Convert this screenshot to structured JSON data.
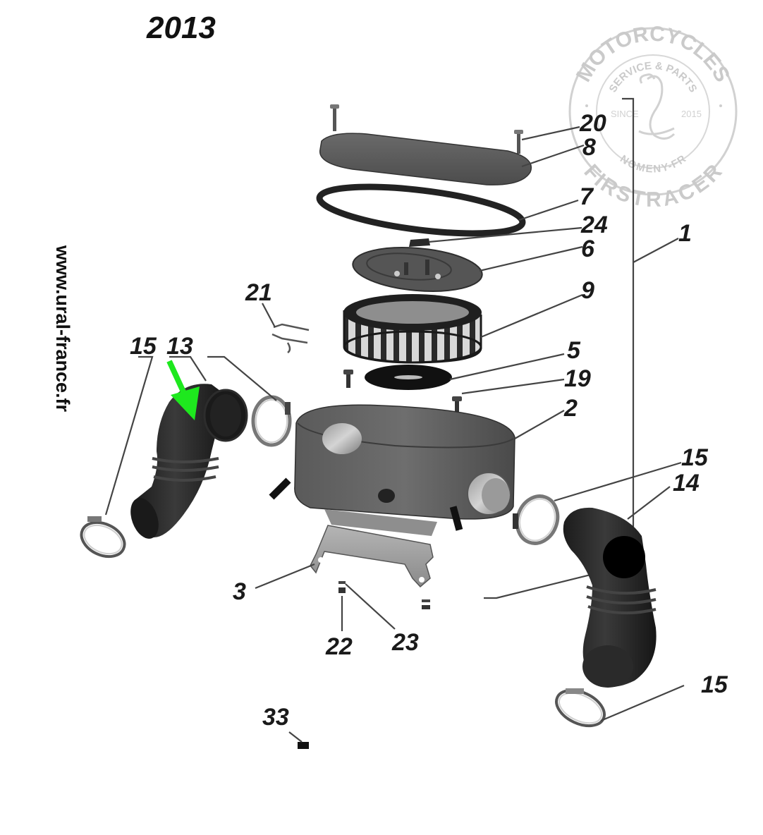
{
  "diagram": {
    "title_year": "2013",
    "website": "www.ural-france.fr",
    "highlight_arrow_color": "#1ee81e",
    "highlight_arrow_target": "13",
    "parts": [
      {
        "num": "1",
        "name": "air-filter-assembly"
      },
      {
        "num": "2",
        "name": "filter-housing"
      },
      {
        "num": "3",
        "name": "mounting-bracket"
      },
      {
        "num": "5",
        "name": "filter-seal-gasket"
      },
      {
        "num": "6",
        "name": "filter-base-plate"
      },
      {
        "num": "7",
        "name": "cover-gasket-ring"
      },
      {
        "num": "8",
        "name": "housing-cover"
      },
      {
        "num": "9",
        "name": "filter-element"
      },
      {
        "num": "13",
        "name": "left-intake-hose"
      },
      {
        "num": "14",
        "name": "right-intake-hose"
      },
      {
        "num": "15",
        "name": "hose-clamp"
      },
      {
        "num": "19",
        "name": "screw"
      },
      {
        "num": "20",
        "name": "cover-screw"
      },
      {
        "num": "21",
        "name": "spring-clip"
      },
      {
        "num": "22",
        "name": "nut"
      },
      {
        "num": "23",
        "name": "washer"
      },
      {
        "num": "24",
        "name": "label-pad"
      },
      {
        "num": "33",
        "name": "plug"
      }
    ],
    "callouts": {
      "c20": "20",
      "c8": "8",
      "c7": "7",
      "c24": "24",
      "c6": "6",
      "c1": "1",
      "c9": "9",
      "c21": "21",
      "c15a": "15",
      "c13": "13",
      "c5": "5",
      "c19": "19",
      "c2": "2",
      "c15b": "15",
      "c14": "14",
      "c3": "3",
      "c22": "22",
      "c23": "23",
      "c15c": "15",
      "c33": "33"
    }
  },
  "watermark": {
    "top_text": "MOTORCYCLES",
    "inner_top": "SERVICE & PARTS",
    "since_label": "SINCE",
    "year": "2015",
    "inner_bottom": "NOMENY-FR",
    "bottom_text": "FIRSTRACER",
    "color": "#c8c8c8"
  }
}
